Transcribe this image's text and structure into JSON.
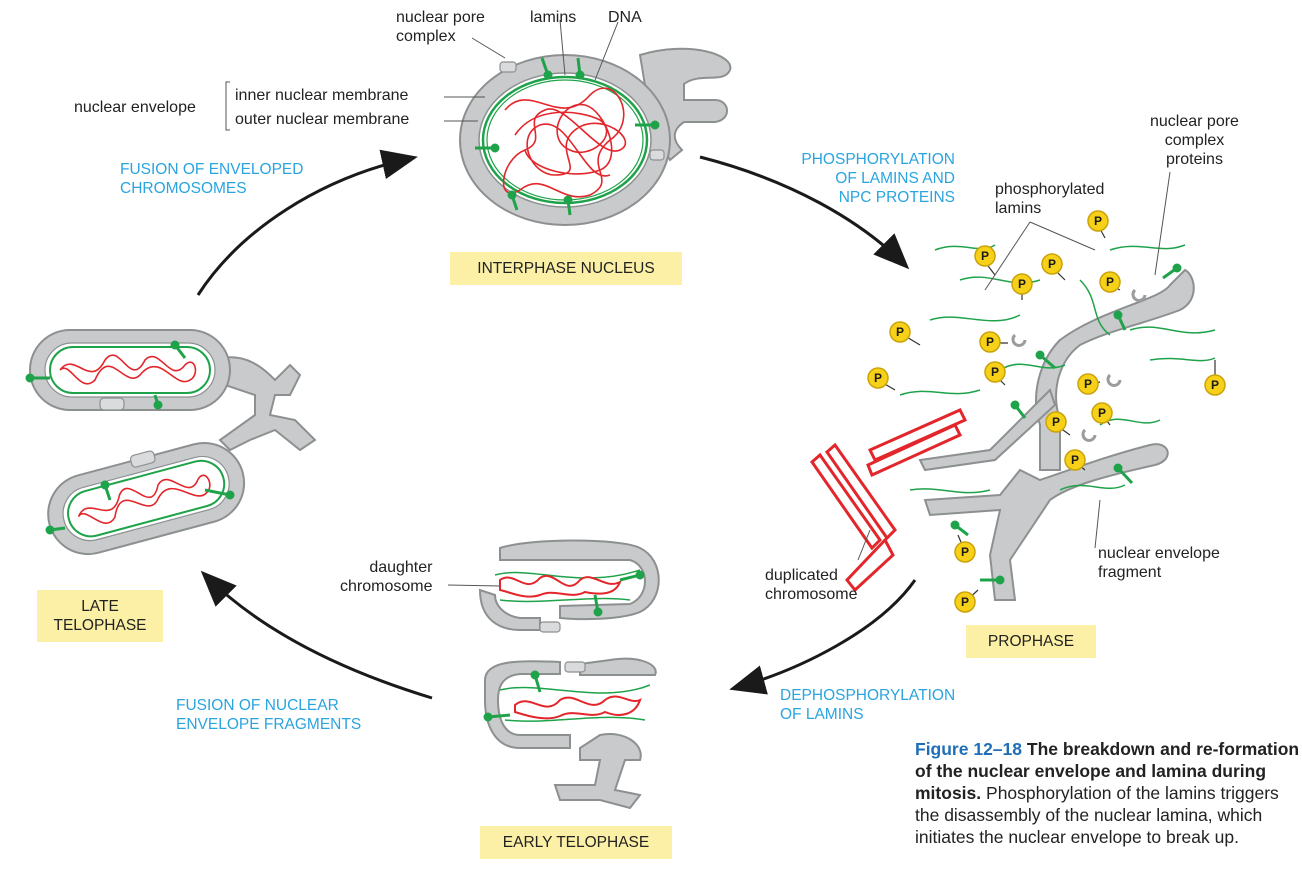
{
  "labels": {
    "nuclear_pore_complex": [
      "nuclear pore",
      "complex"
    ],
    "lamins": "lamins",
    "dna": "DNA",
    "nuclear_envelope": "nuclear envelope",
    "inner_nuclear_membrane": "inner nuclear membrane",
    "outer_nuclear_membrane": "outer nuclear membrane",
    "nuclear_pore_complex_proteins": [
      "nuclear pore",
      "complex",
      "proteins"
    ],
    "phosphorylated_lamins": [
      "phosphorylated",
      "lamins"
    ],
    "nuclear_envelope_fragment": [
      "nuclear envelope",
      "fragment"
    ],
    "duplicated_chromosome": [
      "duplicated",
      "chromosome"
    ],
    "daughter_chromosome": [
      "daughter",
      "chromosome"
    ],
    "phosphate": "P"
  },
  "process_labels": {
    "fusion_enveloped": [
      "FUSION OF ENVELOPED",
      "CHROMOSOMES"
    ],
    "phosphorylation": [
      "PHOSPHORYLATION",
      "OF LAMINS AND",
      "NPC PROTEINS"
    ],
    "dephosphorylation": [
      "DEPHOSPHORYLATION",
      "OF LAMINS"
    ],
    "fusion_fragments": [
      "FUSION OF NUCLEAR",
      "ENVELOPE FRAGMENTS"
    ]
  },
  "stages": {
    "interphase": [
      "INTERPHASE NUCLEUS"
    ],
    "prophase": [
      "PROPHASE"
    ],
    "early_telophase": [
      "EARLY TELOPHASE"
    ],
    "late_telophase": [
      "LATE",
      "TELOPHASE"
    ]
  },
  "caption": {
    "figure": "Figure 12–18",
    "title": "The breakdown and re-formation of the nuclear envelope and lamina during mitosis.",
    "body": "Phosphorylation of the lamins triggers the disassembly of the nuclear lamina, which initiates the nuclear envelope to break up."
  },
  "colors": {
    "membrane": "#c8cacb",
    "membrane_outline": "#8d9091",
    "lamina": "#1fa34a",
    "dna": "#e3262b",
    "phosphate": "#f7d117",
    "process_text": "#2aa4df",
    "stage_box": "#fbf0a6",
    "figure_number": "#1f6fb8"
  }
}
